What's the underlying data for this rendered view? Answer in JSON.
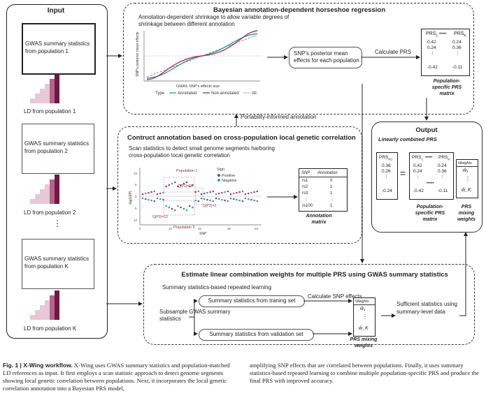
{
  "input": {
    "title": "Input",
    "gwas1": "GWAS summary statistics from population 1",
    "ld1": "LD  from population 1",
    "gwas2": "GWAS summary statistics from population 2",
    "ld2": "LD  from population 2",
    "vdots": "⋮",
    "gwasK": "GWAS summary statistics from population K",
    "ldK": "LD  from population K"
  },
  "bayes": {
    "title": "Bayesian annotation-dependent horseshoe regression",
    "desc": "Annotation-dependent shrinkage to allow variable degrees of shrinkage between different annotation",
    "ylabel": "SNP's posterior mean effects",
    "xlabel": "GWAS SNP's effects size",
    "legend_type": "Type",
    "legend_annot": "Annotated",
    "legend_nonannot": "Non-annotated",
    "legend_all": "All",
    "posterior_box": "SNP's posterior mean effects for each population",
    "calc_prs": "Calculate PRS",
    "prs1": "PRS",
    "prs1_sub": "1",
    "prsk": "PRS",
    "prsk_sub": "K",
    "dots": "•••••",
    "col1": [
      "0.42",
      "0.24",
      "⋮",
      "-0.42"
    ],
    "col2": [
      "0.24",
      "0.36",
      "⋮",
      "-0.11"
    ],
    "matrix_label": "Population-specific PRS matrix"
  },
  "portability": "Portability-informed annotation",
  "contruct": {
    "title": "Contruct annotation based on cross-population local genetic correlation",
    "desc": "Scan statistics to detect small genome segments harboring cross-population local genetic correlation",
    "pop1": "Population 1",
    "pop2": "Population 2",
    "q1": "Q(P1)=18",
    "q2": "Q(P2)=13",
    "q3": "Q(P2)=3",
    "sign": "Sign",
    "positive": "Positive",
    "negative": "Negative",
    "ylab": "-log10(P)",
    "xlab": "SNP",
    "xticks": [
      "0",
      "10",
      "20",
      "30",
      "40"
    ],
    "yticks": [
      "10",
      "5",
      "0",
      "5",
      "10"
    ],
    "annot_header_snp": "SNP",
    "annot_header_annot": "Annotation",
    "annot_rows": [
      [
        "rs1",
        "0"
      ],
      [
        "rs2",
        "1"
      ],
      [
        "rs3",
        "1"
      ],
      [
        "⋮",
        "⋮"
      ],
      [
        "rs100",
        "1"
      ]
    ],
    "annot_label": "Annotation matrix"
  },
  "output": {
    "title": "Output",
    "subtitle": "Linearly combined PRS",
    "prs_kc": "PRS",
    "prs_kc_sub": "KC",
    "col": [
      "0.36",
      "0.26",
      "⋮",
      "-0.24"
    ],
    "equals": "=",
    "mat_col1": [
      "0.42",
      "0.24",
      "⋮",
      "-0.42"
    ],
    "mat_col2": [
      "0.24",
      "0.36",
      "⋮",
      "-0.11"
    ],
    "weights": "Weights",
    "w1": "ŵ₁",
    "wk": "ŵ_K",
    "matrix_label": "Population-specific PRS matrix",
    "weights_label": "PRS mixing weights"
  },
  "estimate": {
    "title": "Estimate linear combination weights for multiple PRS using GWAS summary statistics",
    "repeated": "Summary statistics-based repeated learning",
    "subsample": "Subsample GWAS summary statistics",
    "train": "Summary statistics from traning set",
    "valid": "Summary statistics from validation set",
    "calc_snp": "Calculate SNP effects",
    "weights": "Weights",
    "w1": "ŵ₁",
    "wk": "ŵ_K",
    "mixing": "PRS mixing weights",
    "sufficient": "Sufficient statistics using summary-level data"
  },
  "caption": {
    "fig": "Fig. 1 | X-Wing workflow.",
    "left": " X-Wing uses GWAS summary statistics and population-matched LD references as input. It first employs a scan statistic approach to detect genome segments showing local genetic correlation between populations. Next, it incorporates the local genetic correlation annotation into a Bayesian PRS model,",
    "right": "amplifying SNP effects that are correlated between populations. Finally, it uses summary statistics-based repeated learning to combine multiple population-specific PRS and produce the final PRS with improved accuracy."
  },
  "colors": {
    "annotated": "#2aa59a",
    "nonannotated": "#b0306e",
    "all": "#888888",
    "ld_dark": "#6b1b42",
    "ld_mid": "#b7628a",
    "ld_light": "#e8c7d6"
  }
}
